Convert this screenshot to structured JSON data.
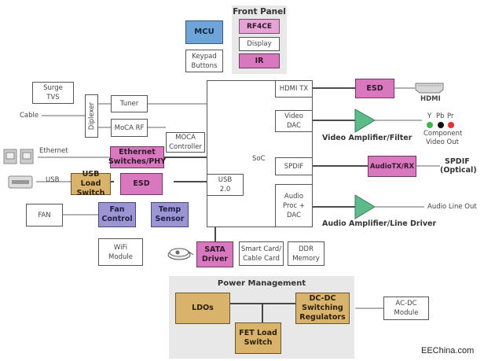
{
  "front_panel": {
    "title": "Front Panel",
    "items": [
      "RF4CE",
      "Display",
      "IR"
    ]
  },
  "mcu": "MCU",
  "keypad": [
    "Keypad",
    "Buttons"
  ],
  "soc": {
    "label": "SoC",
    "hdmi_tx": "HDMI TX",
    "video_dac": [
      "Video",
      "DAC"
    ],
    "spdif": "SPDIF",
    "audio_dac": [
      "Audio",
      "Proc +",
      "DAC"
    ],
    "usb": [
      "USB",
      "2.0"
    ]
  },
  "left": {
    "surge": [
      "Surge",
      "TVS"
    ],
    "cable": "Cable",
    "diplexer": "Diplexer",
    "tuner": "Tuner",
    "moca_rf": "MoCA RF",
    "moca_ctrl": [
      "MOCA",
      "Controller"
    ],
    "ethernet": "Ethernet",
    "eth_switch": [
      "Ethernet",
      "Switches/PHY"
    ],
    "usb": "USB",
    "usb_load": [
      "USB Load",
      "Switch"
    ],
    "esd": "ESD",
    "fan": "FAN",
    "fan_control": [
      "Fan",
      "Control"
    ],
    "temp_sensor": [
      "Temp",
      "Sensor"
    ],
    "wifi": [
      "WiFi",
      "Module"
    ]
  },
  "bottom": {
    "sata": [
      "SATA",
      "Driver"
    ],
    "smart_card": [
      "Smart Card/",
      "Cable Card"
    ],
    "ddr": [
      "DDR",
      "Memory"
    ]
  },
  "right": {
    "esd": "ESD",
    "hdmi": "HDMI",
    "video_amp": "Video Amplifier/Filter",
    "ypbpr": [
      "Y",
      "Pb",
      "Pr"
    ],
    "component": [
      "Component",
      "Video Out"
    ],
    "audio_txrx": "AudioTX/RX",
    "spdif_opt": [
      "SPDIF",
      "(Optical)"
    ],
    "audio_amp": "Audio Amplifier/Line Driver",
    "audio_out": "Audio Line Out"
  },
  "power": {
    "title": "Power Management",
    "ldos": "LDOs",
    "dcdc": [
      "DC-DC",
      "Switching",
      "Regulators"
    ],
    "fet": [
      "FET Load",
      "Switch"
    ],
    "acdc": [
      "AC-DC",
      "Module"
    ]
  },
  "watermark": "EEChina.com",
  "colors": {
    "pink": "#d977bf",
    "blue": "#6fa4d8",
    "tan": "#d9b36b",
    "purple": "#9b95d4",
    "amp_green": "#5dbb8a"
  }
}
